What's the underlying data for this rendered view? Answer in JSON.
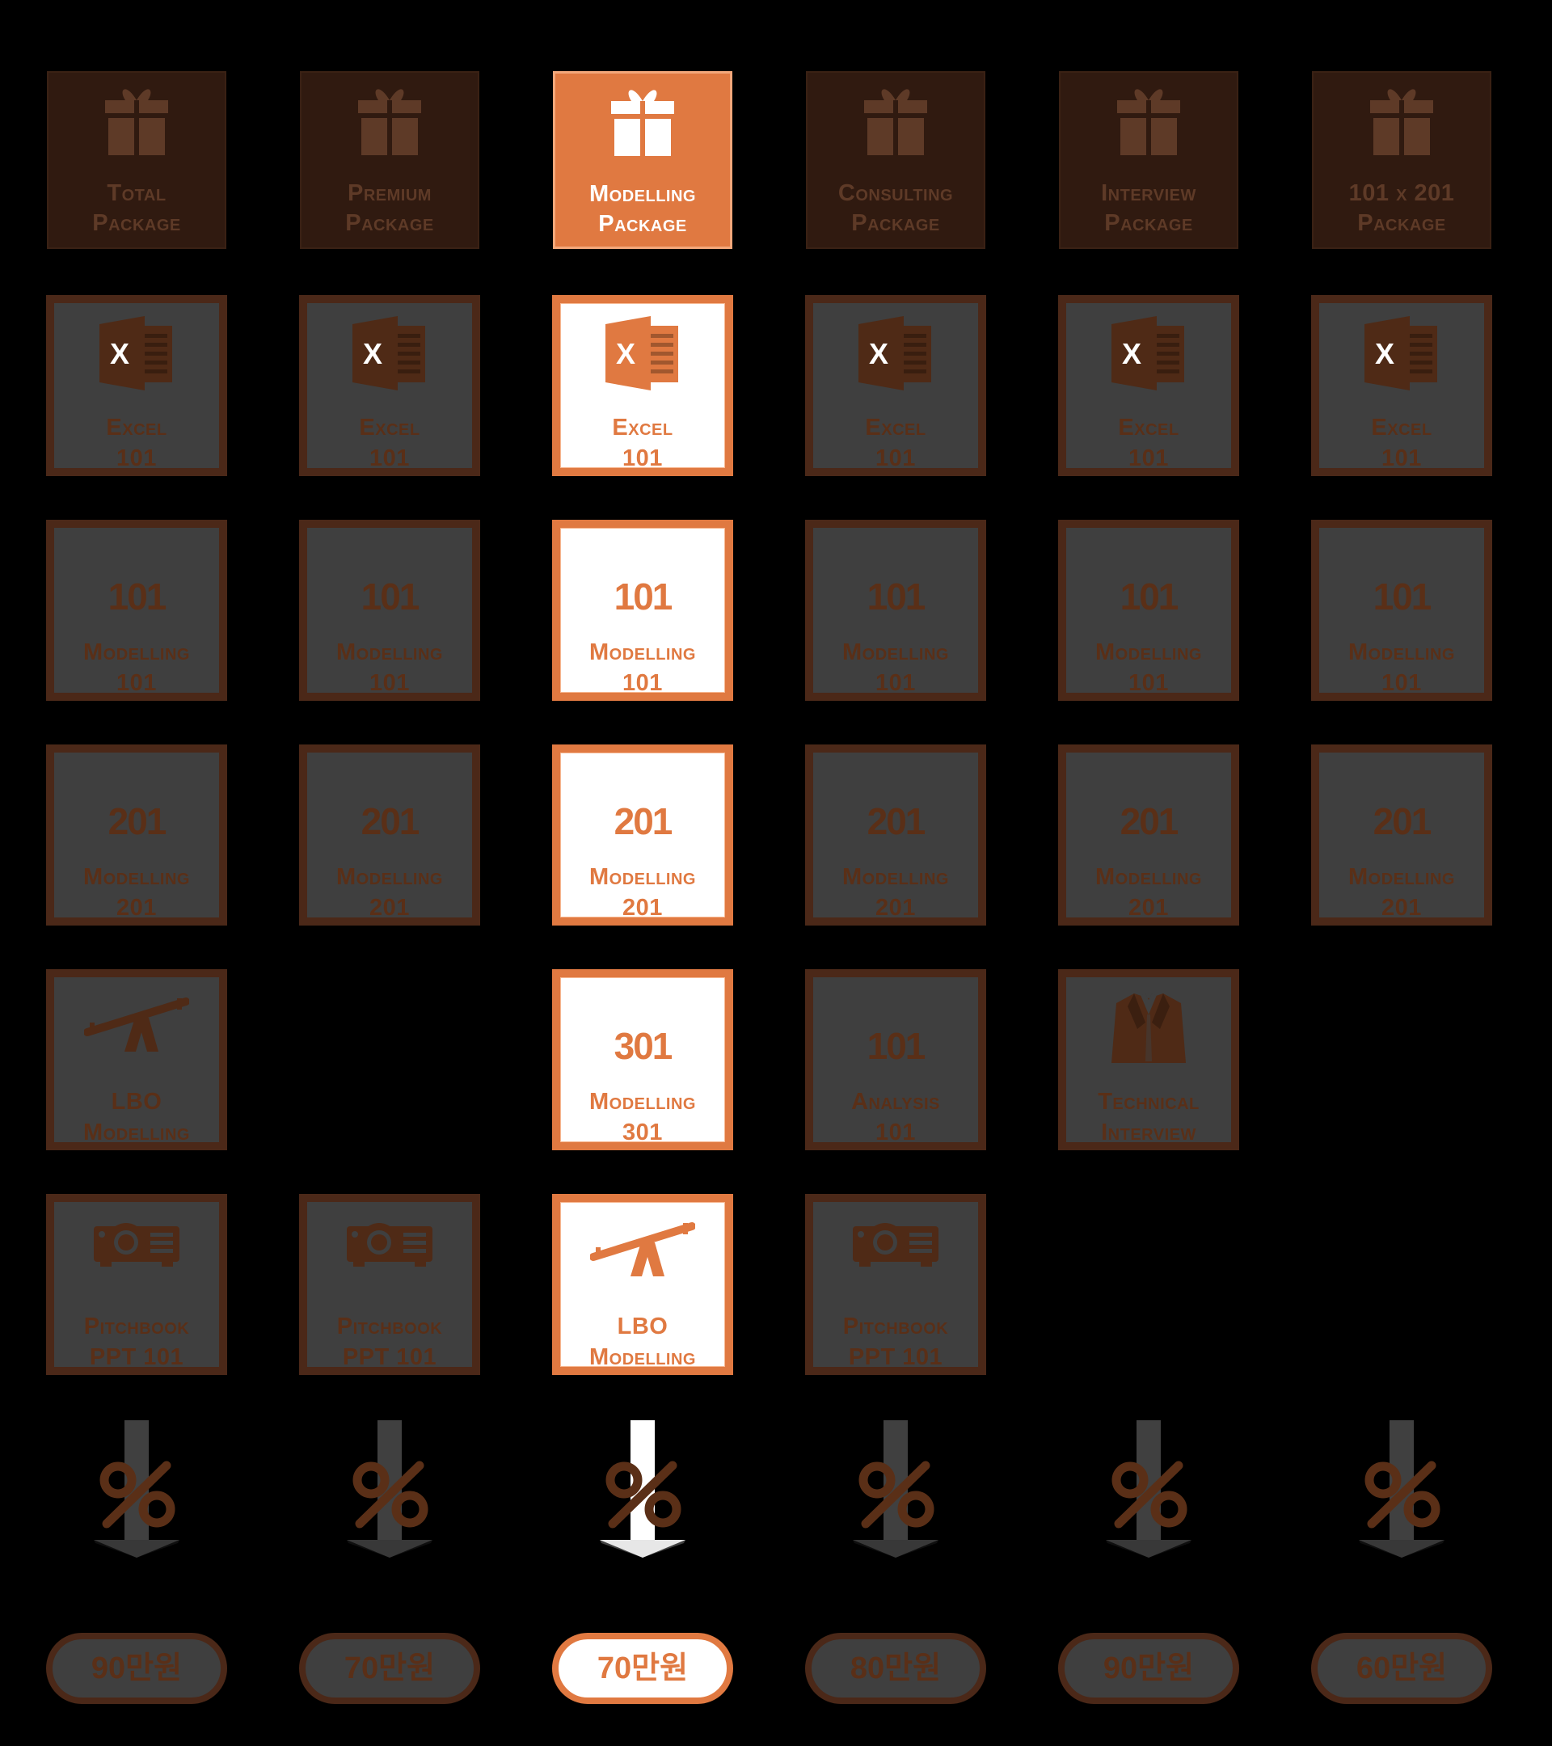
{
  "colors": {
    "accent": "#E07941",
    "tile_dim": "#3F3F3F",
    "tile_dim_border": "#4B2818",
    "icon_dim": "#4F2A16",
    "text_dim": "#5A2F17",
    "package_dim": "#301A10",
    "package_text_dim": "#5E3A27",
    "white": "#FFFFFF"
  },
  "columns": [
    {
      "name": "total",
      "selected": false,
      "price": "90만원",
      "tiles": [
        {
          "kind": "package",
          "icon": "gift-icon",
          "line1": "Total",
          "line2": "Package"
        },
        {
          "kind": "course",
          "icon": "excel-icon",
          "line1": "Excel",
          "line2": "101"
        },
        {
          "kind": "course",
          "big": "101",
          "line1": "Modelling",
          "line2": "101"
        },
        {
          "kind": "course",
          "big": "201",
          "line1": "Modelling",
          "line2": "201"
        },
        {
          "kind": "course",
          "icon": "seesaw-icon",
          "line1": "LBO",
          "line2": "Modelling"
        },
        {
          "kind": "course",
          "icon": "projector-icon",
          "line1": "Pitchbook",
          "line2": "PPT 101"
        }
      ]
    },
    {
      "name": "premium",
      "selected": false,
      "price": "70만원",
      "tiles": [
        {
          "kind": "package",
          "icon": "gift-icon",
          "line1": "Premium",
          "line2": "Package"
        },
        {
          "kind": "course",
          "icon": "excel-icon",
          "line1": "Excel",
          "line2": "101"
        },
        {
          "kind": "course",
          "big": "101",
          "line1": "Modelling",
          "line2": "101"
        },
        {
          "kind": "course",
          "big": "201",
          "line1": "Modelling",
          "line2": "201"
        },
        null,
        {
          "kind": "course",
          "icon": "projector-icon",
          "line1": "Pitchbook",
          "line2": "PPT 101"
        }
      ]
    },
    {
      "name": "modelling",
      "selected": true,
      "price": "70만원",
      "tiles": [
        {
          "kind": "package",
          "icon": "gift-icon",
          "line1": "Modelling",
          "line2": "Package"
        },
        {
          "kind": "course",
          "icon": "excel-icon",
          "line1": "Excel",
          "line2": "101"
        },
        {
          "kind": "course",
          "big": "101",
          "line1": "Modelling",
          "line2": "101"
        },
        {
          "kind": "course",
          "big": "201",
          "line1": "Modelling",
          "line2": "201"
        },
        {
          "kind": "course",
          "big": "301",
          "line1": "Modelling",
          "line2": "301"
        },
        {
          "kind": "course",
          "icon": "seesaw-icon",
          "line1": "LBO",
          "line2": "Modelling"
        }
      ]
    },
    {
      "name": "consulting",
      "selected": false,
      "price": "80만원",
      "tiles": [
        {
          "kind": "package",
          "icon": "gift-icon",
          "line1": "Consulting",
          "line2": "Package"
        },
        {
          "kind": "course",
          "icon": "excel-icon",
          "line1": "Excel",
          "line2": "101"
        },
        {
          "kind": "course",
          "big": "101",
          "line1": "Modelling",
          "line2": "101"
        },
        {
          "kind": "course",
          "big": "201",
          "line1": "Modelling",
          "line2": "201"
        },
        {
          "kind": "course",
          "big": "101",
          "line1": "Analysis",
          "line2": "101"
        },
        {
          "kind": "course",
          "icon": "projector-icon",
          "line1": "Pitchbook",
          "line2": "PPT 101"
        }
      ]
    },
    {
      "name": "interview",
      "selected": false,
      "price": "90만원",
      "tiles": [
        {
          "kind": "package",
          "icon": "gift-icon",
          "line1": "Interview",
          "line2": "Package"
        },
        {
          "kind": "course",
          "icon": "excel-icon",
          "line1": "Excel",
          "line2": "101"
        },
        {
          "kind": "course",
          "big": "101",
          "line1": "Modelling",
          "line2": "101"
        },
        {
          "kind": "course",
          "big": "201",
          "line1": "Modelling",
          "line2": "201"
        },
        {
          "kind": "course",
          "icon": "suit-icon",
          "line1": "Technical",
          "line2": "Interview"
        },
        null
      ]
    },
    {
      "name": "101x201",
      "selected": false,
      "price": "60만원",
      "tiles": [
        {
          "kind": "package",
          "icon": "gift-icon",
          "line1": "101 x 201",
          "line2": "Package"
        },
        {
          "kind": "course",
          "icon": "excel-icon",
          "line1": "Excel",
          "line2": "101"
        },
        {
          "kind": "course",
          "big": "101",
          "line1": "Modelling",
          "line2": "101"
        },
        {
          "kind": "course",
          "big": "201",
          "line1": "Modelling",
          "line2": "201"
        },
        null,
        null
      ]
    }
  ],
  "discount_icon": "percent-down-arrow-icon"
}
